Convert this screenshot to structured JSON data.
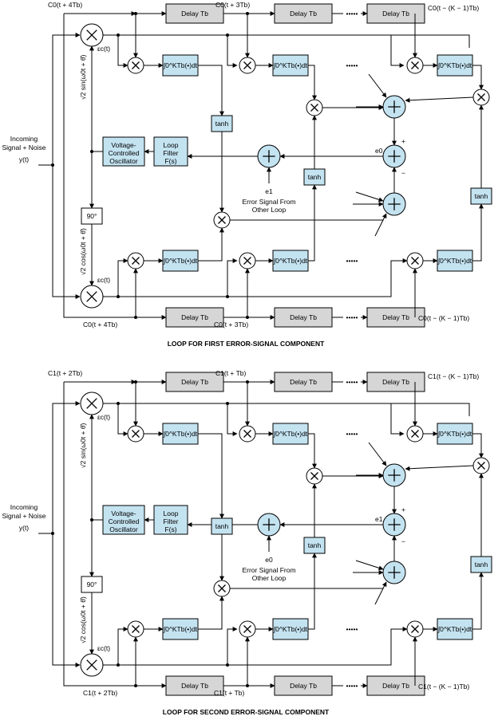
{
  "top": {
    "caption": "LOOP FOR FIRST ERROR-SIGNAL COMPONENT",
    "codes_top": [
      "C0(t + 4Tb)",
      "C0(t + 3Tb)",
      "C0(t − (K − 1)Tb)"
    ],
    "codes_bottom": [
      "C0(t + 4Tb)",
      "C0(t + 3Tb)",
      "C0(t − (K − 1)Tb)"
    ],
    "feed_label": "e0",
    "other_label": "e1",
    "eps": "εc(t)",
    "sin_label": "√2 sin(ω0t + θ̂)",
    "cos_label": "√2 cos(ω0t + θ̂)"
  },
  "bottom": {
    "caption": "LOOP FOR SECOND ERROR-SIGNAL COMPONENT",
    "codes_top": [
      "C1(t + 2Tb)",
      "C1(t + Tb)",
      "C1(t − (K − 1)Tb)"
    ],
    "codes_bottom": [
      "C1(t + 2Tb)",
      "C1(t + Tb)",
      "C1(t − (K − 1)Tb)"
    ],
    "feed_label": "e1",
    "other_label": "e0",
    "eps": "εc(t)",
    "sin_label": "√2 sin(ω0t + θ̂)",
    "cos_label": "√2 cos(ω0t + θ̂)"
  },
  "labels": {
    "delay": "Delay Tb",
    "integrator": "∫0^KTb(•)dt",
    "tanh": "tanh",
    "vco": [
      "Voltage-",
      "Controlled",
      "Oscillator"
    ],
    "filter": [
      "Loop",
      "Filter",
      "F(s)"
    ],
    "input": [
      "Incoming",
      "Signal + Noise",
      "y(t)"
    ],
    "phase": "90°",
    "error_from": [
      "Error Signal From",
      "Other Loop"
    ],
    "ellipsis": "•••••",
    "plus": "+",
    "minus": "−"
  }
}
